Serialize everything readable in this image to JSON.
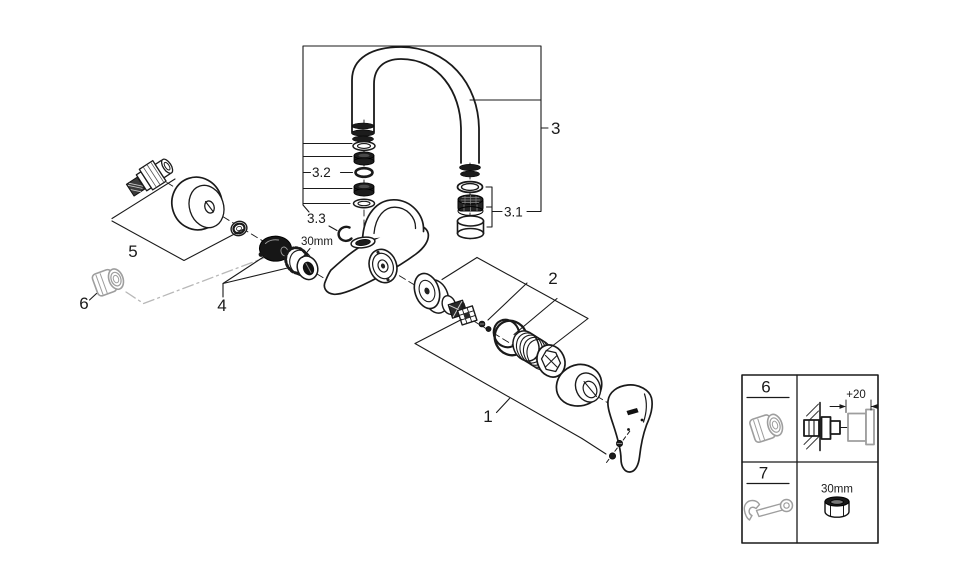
{
  "parts_labels": {
    "p1": "1",
    "p2": "2",
    "p3": "3",
    "p3_1": "3.1",
    "p3_2": "3.2",
    "p3_3": "3.3",
    "p4": "4",
    "p5": "5",
    "p6": "6"
  },
  "annotations": {
    "union_nut_size": "30mm"
  },
  "legend": {
    "row_6": {
      "num": "6",
      "dimension": "+20"
    },
    "row_7": {
      "num": "7",
      "tool_size": "30mm"
    }
  },
  "colors": {
    "line": "#1a1a1a",
    "grey": "#9e9e9e",
    "light_grey": "#b8b8b8",
    "dark_fill": "#1c1c1c"
  }
}
